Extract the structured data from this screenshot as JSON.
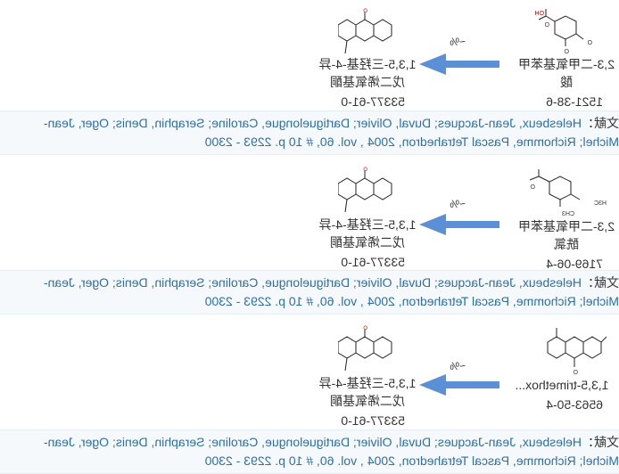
{
  "accent": "#2f6ea6",
  "arrow_color": "#5b8fd6",
  "reactions": [
    {
      "reactant_name_line1": "2,3-二甲氧基苯甲",
      "reactant_name_line2": "酸",
      "reactant_cas": "1521-38-6",
      "product_name_line1": "1,3,5-三羟基-4-异",
      "product_name_line2": "戊二烯氧基酮",
      "product_cas": "53377-61-0",
      "yield": "~%",
      "reference_label": "文献：",
      "reference_line1": "Helesbeux, Jean-Jacques; Duval, Olivier; Dartiguelongue, Caroline; Seraphin, Denis; Oger, Jean-",
      "reference_line2": "Michel; Richomme, Pascal Tetrahedron, 2004 , vol. 60, # 10 p. 2293 - 2300"
    },
    {
      "reactant_name_line1": "2,3-二甲氧基苯甲",
      "reactant_name_line2": "酰氯",
      "reactant_cas": "7169-06-4",
      "product_name_line1": "1,3,5-三羟基-4-异",
      "product_name_line2": "戊二烯氧基酮",
      "product_cas": "53377-61-0",
      "yield": "~%",
      "reference_label": "文献：",
      "reference_line1": "Helesbeux, Jean-Jacques; Duval, Olivier; Dartiguelongue, Caroline; Seraphin, Denis; Oger, Jean-",
      "reference_line2": "Michel; Richomme, Pascal Tetrahedron, 2004 , vol. 60, # 10 p. 2293 - 2300"
    },
    {
      "reactant_name_line1": "1,3,5-trimethox...",
      "reactant_name_line2": "",
      "reactant_cas": "6563-50-4",
      "product_name_line1": "1,3,5-三羟基-4-异",
      "product_name_line2": "戊二烯氧基酮",
      "product_cas": "53377-61-0",
      "yield": "~%",
      "reference_label": "文献：",
      "reference_line1": "Helesbeux, Jean-Jacques; Duval, Olivier; Dartiguelongue, Caroline; Seraphin, Denis; Oger, Jean-",
      "reference_line2": "Michel; Richomme, Pascal Tetrahedron, 2004 , vol. 60, # 10 p. 2293 - 2300"
    }
  ]
}
